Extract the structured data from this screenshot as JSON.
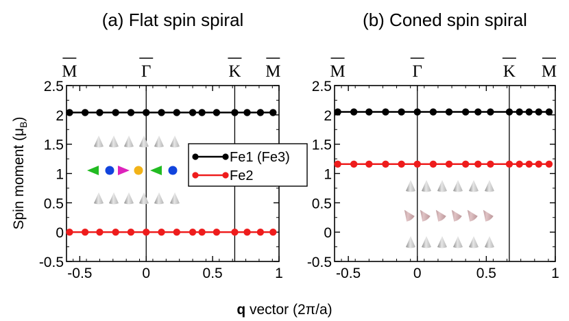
{
  "figure": {
    "xlabel_bold": "q",
    "xlabel_rest": " vector (2π/a)",
    "ylabel_main": "Spin moment (μ",
    "ylabel_sub": "B",
    "ylabel_close": ")"
  },
  "chart_data": [
    {
      "type": "line",
      "title": "(a) Flat spin spiral",
      "xlabel": "q vector (2π/a)",
      "ylabel": "Spin moment (μB)",
      "xlim": [
        -0.6,
        1.0
      ],
      "ylim": [
        -0.5,
        2.5
      ],
      "xticks": [
        -0.5,
        0,
        0.5,
        1
      ],
      "xtick_labels": [
        "-0.5",
        "0",
        "0.5",
        "1"
      ],
      "yticks": [
        -0.5,
        0,
        0.5,
        1,
        1.5,
        2,
        2.5
      ],
      "ytick_labels": [
        "-0.5",
        "0",
        "0.5",
        "1",
        "1.5",
        "2",
        "2.5"
      ],
      "high_symmetry_points": [
        {
          "label": "M",
          "x": -0.5774
        },
        {
          "label": "Γ",
          "x": 0
        },
        {
          "label": "K",
          "x": 0.6667
        },
        {
          "label": "M",
          "x": 0.9553
        }
      ],
      "legend": {
        "placement": "center-right"
      },
      "series": [
        {
          "name": "Fe1 (Fe3)",
          "color": "#000000",
          "x": [
            -0.577,
            -0.46,
            -0.35,
            -0.23,
            -0.115,
            0.0,
            0.115,
            0.23,
            0.35,
            0.42,
            0.53,
            0.667,
            0.76,
            0.86,
            0.955
          ],
          "y": [
            2.04,
            2.04,
            2.04,
            2.04,
            2.04,
            2.04,
            2.04,
            2.04,
            2.04,
            2.04,
            2.04,
            2.04,
            2.04,
            2.04,
            2.04
          ]
        },
        {
          "name": "Fe2",
          "color": "#ee1c1c",
          "x": [
            -0.577,
            -0.46,
            -0.35,
            -0.23,
            -0.115,
            0.0,
            0.115,
            0.23,
            0.35,
            0.42,
            0.53,
            0.667,
            0.76,
            0.86,
            0.955
          ],
          "y": [
            0.0,
            0.0,
            0.0,
            0.0,
            0.0,
            0.0,
            0.0,
            0.0,
            0.0,
            0.0,
            0.0,
            0.0,
            0.0,
            0.0,
            0.0
          ]
        }
      ],
      "inset": {
        "row_top_cones": 6,
        "row_bottom_cones": 6,
        "middle_row_colors": [
          "#22bb22",
          "#1144dd",
          "#dd22bb",
          "#f2b318",
          "#22bb22",
          "#1144dd"
        ]
      }
    },
    {
      "type": "line",
      "title": "(b) Coned spin spiral",
      "xlabel": "q vector (2π/a)",
      "ylabel": "Spin moment (μB)",
      "xlim": [
        -0.6,
        1.0
      ],
      "ylim": [
        -0.5,
        2.5
      ],
      "xticks": [
        -0.5,
        0,
        0.5,
        1
      ],
      "xtick_labels": [
        "-0.5",
        "0",
        "0.5",
        "1"
      ],
      "yticks": [
        -0.5,
        0,
        0.5,
        1,
        1.5,
        2,
        2.5
      ],
      "ytick_labels": [
        "-0.5",
        "0",
        "0.5",
        "1",
        "1.5",
        "2",
        "2.5"
      ],
      "high_symmetry_points": [
        {
          "label": "M",
          "x": -0.5774
        },
        {
          "label": "Γ",
          "x": 0
        },
        {
          "label": "K",
          "x": 0.6667
        },
        {
          "label": "M",
          "x": 0.9553
        }
      ],
      "series": [
        {
          "name": "Fe1 (Fe3)",
          "color": "#000000",
          "x": [
            -0.577,
            -0.46,
            -0.35,
            -0.23,
            -0.115,
            0.0,
            0.115,
            0.23,
            0.35,
            0.44,
            0.53,
            0.667,
            0.74,
            0.81,
            0.88,
            0.955
          ],
          "y": [
            2.05,
            2.05,
            2.05,
            2.05,
            2.05,
            2.05,
            2.05,
            2.05,
            2.05,
            2.05,
            2.05,
            2.05,
            2.05,
            2.05,
            2.05,
            2.05
          ]
        },
        {
          "name": "Fe2",
          "color": "#ee1c1c",
          "x": [
            -0.577,
            -0.46,
            -0.35,
            -0.23,
            -0.115,
            0.0,
            0.115,
            0.23,
            0.35,
            0.44,
            0.53,
            0.667,
            0.74,
            0.81,
            0.88,
            0.955
          ],
          "y": [
            1.16,
            1.16,
            1.16,
            1.16,
            1.16,
            1.16,
            1.16,
            1.16,
            1.16,
            1.16,
            1.16,
            1.16,
            1.16,
            1.16,
            1.16,
            1.16
          ]
        }
      ],
      "inset": {
        "row_top_cones": 6,
        "row_middle_cones": 6,
        "row_bottom_cones": 6,
        "middle_row_color": "#c9a0a3"
      }
    }
  ]
}
